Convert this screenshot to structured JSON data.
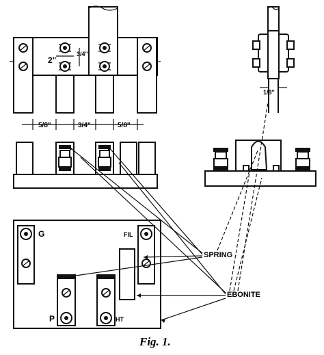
{
  "figure": {
    "caption": "Fig. 1.",
    "labels": {
      "spring": "SPRING",
      "ebonite": "EBONITE",
      "g": "G",
      "fil": "FIL",
      "p": "P",
      "ht": "HT"
    },
    "dimensions": {
      "spacing_2in": "2\"",
      "spacing_3_4_top": "3/4\"",
      "left_5_8": "5/8\"",
      "mid_3_4": "3/4\"",
      "right_5_8": "5/8\"",
      "side_1_8": "1/8\""
    }
  }
}
